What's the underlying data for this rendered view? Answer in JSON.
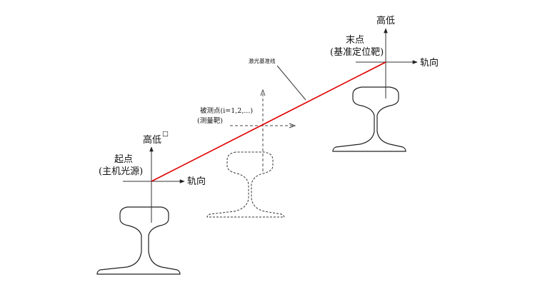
{
  "diagram": {
    "laser_color": "#e00000",
    "start_point": {
      "title": "起点",
      "subtitle": "(主机光源)",
      "vertical_axis": "高低",
      "vertical_axis_mark": "□",
      "horizontal_axis": "轨向"
    },
    "measured_point": {
      "title": "被测点(i=1,2,...)",
      "subtitle": "(测量靶)"
    },
    "end_point": {
      "title": "末点",
      "subtitle": "(基准定位靶)",
      "vertical_axis": "高低",
      "horizontal_axis": "轨向"
    },
    "laser_line_label": "激光基准线"
  }
}
